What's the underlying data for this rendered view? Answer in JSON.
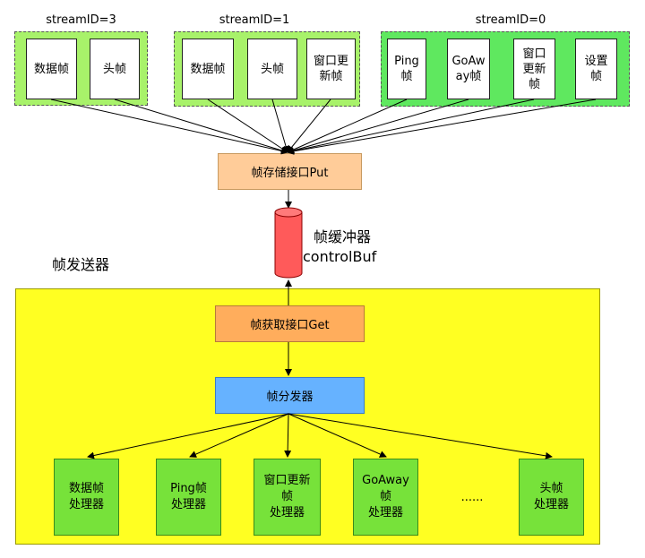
{
  "streams": [
    {
      "label": "streamID=3",
      "frames": [
        "数据帧",
        "头帧"
      ]
    },
    {
      "label": "streamID=1",
      "frames": [
        "数据帧",
        "头帧",
        "窗口更\n新帧"
      ]
    },
    {
      "label": "streamID=0",
      "frames": [
        "Ping\n帧",
        "GoAw\nay帧",
        "窗口\n更新\n帧",
        "设置\n帧"
      ]
    }
  ],
  "put_interface": "帧存储接口Put",
  "buffer": {
    "name": "帧缓冲器",
    "sub": "controlBuf"
  },
  "sender_label": "帧发送器",
  "get_interface": "帧获取接口Get",
  "dispatcher": "帧分发器",
  "handlers": [
    "数据帧\n处理器",
    "Ping帧\n处理器",
    "窗口更新\n帧\n处理器",
    "GoAway\n帧\n处理器",
    "头帧\n处理器"
  ],
  "ellipsis": "......",
  "colors": {
    "group_green_light": "#a8f26a",
    "group_green_dark": "#5fe85f",
    "put": "#ffcc99",
    "buffer": "#ff5a5a",
    "sender": "#ffff22",
    "get": "#ffad5c",
    "dispatcher": "#66b2ff",
    "handler": "#77e23a"
  }
}
